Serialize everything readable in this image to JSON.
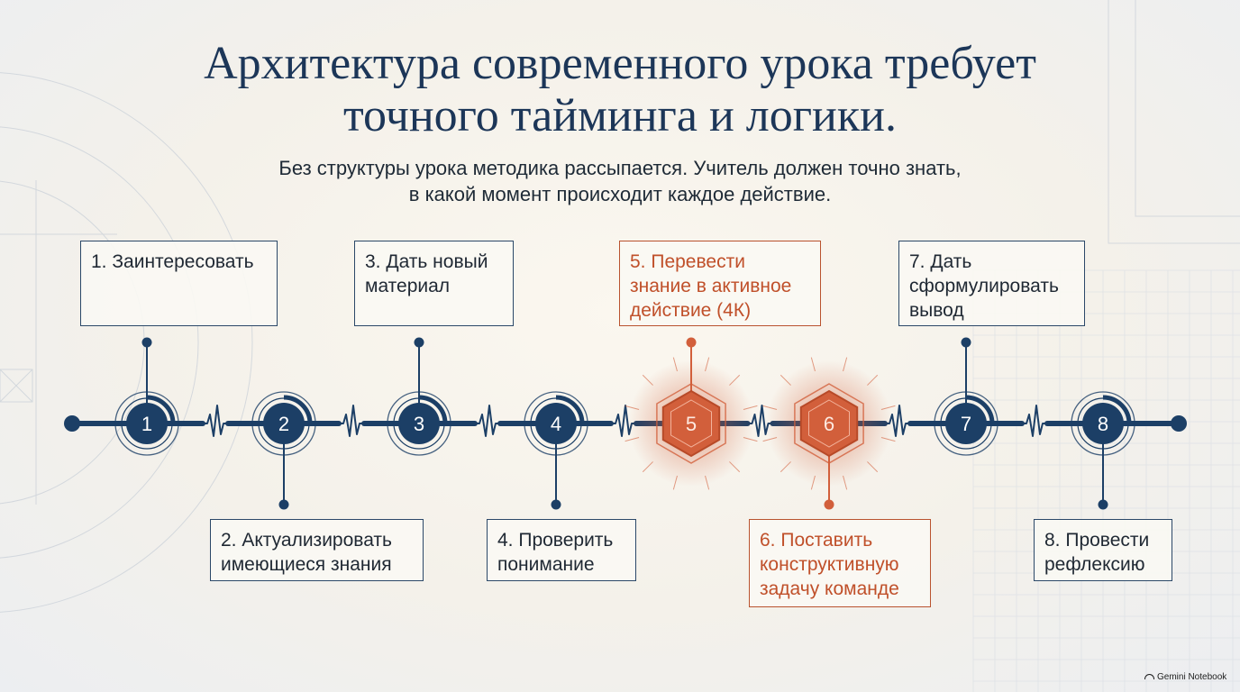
{
  "title_line1": "Архитектура современного урока требует",
  "title_line2": "точного тайминга и логики.",
  "subtitle_line1": "Без структуры урока методика рассыпается. Учитель должен точно знать,",
  "subtitle_line2": "в какой момент происходит каждое действие.",
  "colors": {
    "navy": "#1c3f66",
    "accent": "#d25f3b",
    "title": "#1c3658"
  },
  "steps": [
    {
      "number": "1",
      "lines": [
        "1. Заинтересовать"
      ]
    },
    {
      "number": "2",
      "lines": [
        "2. Актуализировать",
        "имеющиеся знания"
      ]
    },
    {
      "number": "3",
      "lines": [
        "3. Дать новый",
        "материал"
      ]
    },
    {
      "number": "4",
      "lines": [
        "4. Проверить",
        "понимание"
      ]
    },
    {
      "number": "5",
      "lines": [
        "5. Перевести",
        "знание в активное",
        "действие (4К)"
      ],
      "highlight": true
    },
    {
      "number": "6",
      "lines": [
        "6. Поставить",
        "конструктивную",
        "задачу команде"
      ],
      "highlight": true
    },
    {
      "number": "7",
      "lines": [
        "7. Дать",
        "сформулировать",
        "вывод"
      ]
    },
    {
      "number": "8",
      "lines": [
        "8. Провести",
        "рефлексию"
      ]
    }
  ],
  "badge": "Gemini Notebook"
}
